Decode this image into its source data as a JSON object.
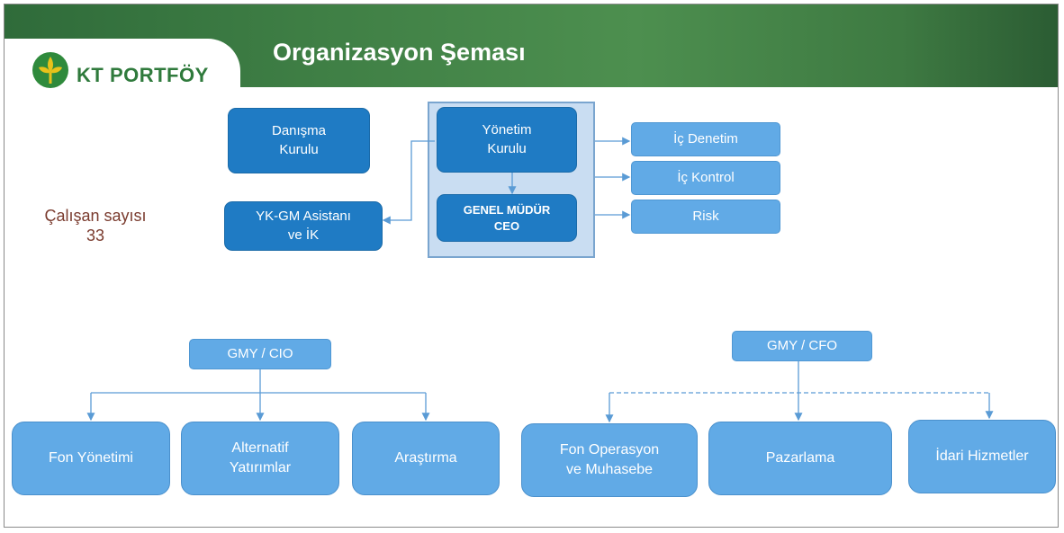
{
  "brand": {
    "logo_text": "KT PORTFÖY",
    "colors": {
      "title_bar": "#3f7f45",
      "box_dark": "#1f7bc4",
      "box_light": "#61aae6",
      "note_text": "#7a3b2e"
    }
  },
  "title": "Organizasyon Şeması",
  "employee_count": {
    "label": "Çalışan sayısı",
    "value": "33"
  },
  "nodes": {
    "danisma": "Danışma\nKurulu",
    "yonetim": "Yönetim\nKurulu",
    "genel_mudur": "GENEL MÜDÜR\nCEO",
    "asistan": "YK-GM Asistanı\nve İK",
    "ic_denetim": "İç Denetim",
    "ic_kontrol": "İç Kontrol",
    "risk": "Risk",
    "gmy_cio": "GMY / CIO",
    "gmy_cfo": "GMY / CFO",
    "fon_yonetimi": "Fon Yönetimi",
    "alternatif": "Alternatif\nYatırımlar",
    "arastirma": "Araştırma",
    "fon_operasyon": "Fon Operasyon\nve Muhasebe",
    "pazarlama": "Pazarlama",
    "idari": "İdari Hizmetler"
  }
}
